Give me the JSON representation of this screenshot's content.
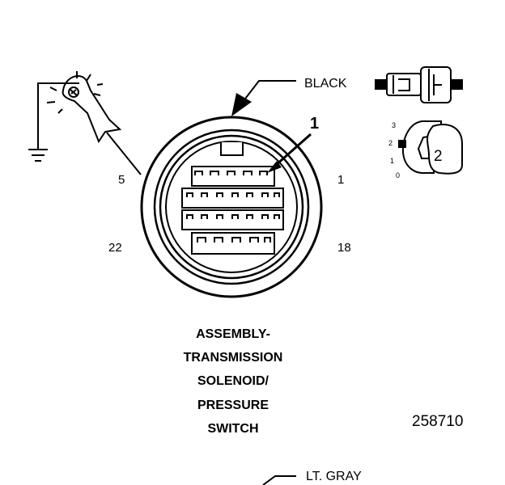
{
  "labels": {
    "connector_color_top": "BLACK",
    "connector_color_bottom": "LT. GRAY",
    "callout_1": "1",
    "callout_2": "2",
    "pin_5": "5",
    "pin_1": "1",
    "pin_22": "22",
    "pin_18": "18",
    "position_3": "3",
    "position_2": "2",
    "position_1": "1",
    "position_0": "0",
    "figure_number": "258710"
  },
  "caption": [
    "ASSEMBLY-",
    "TRANSMISSION",
    "SOLENOID/",
    "PRESSURE",
    "SWITCH"
  ]
}
